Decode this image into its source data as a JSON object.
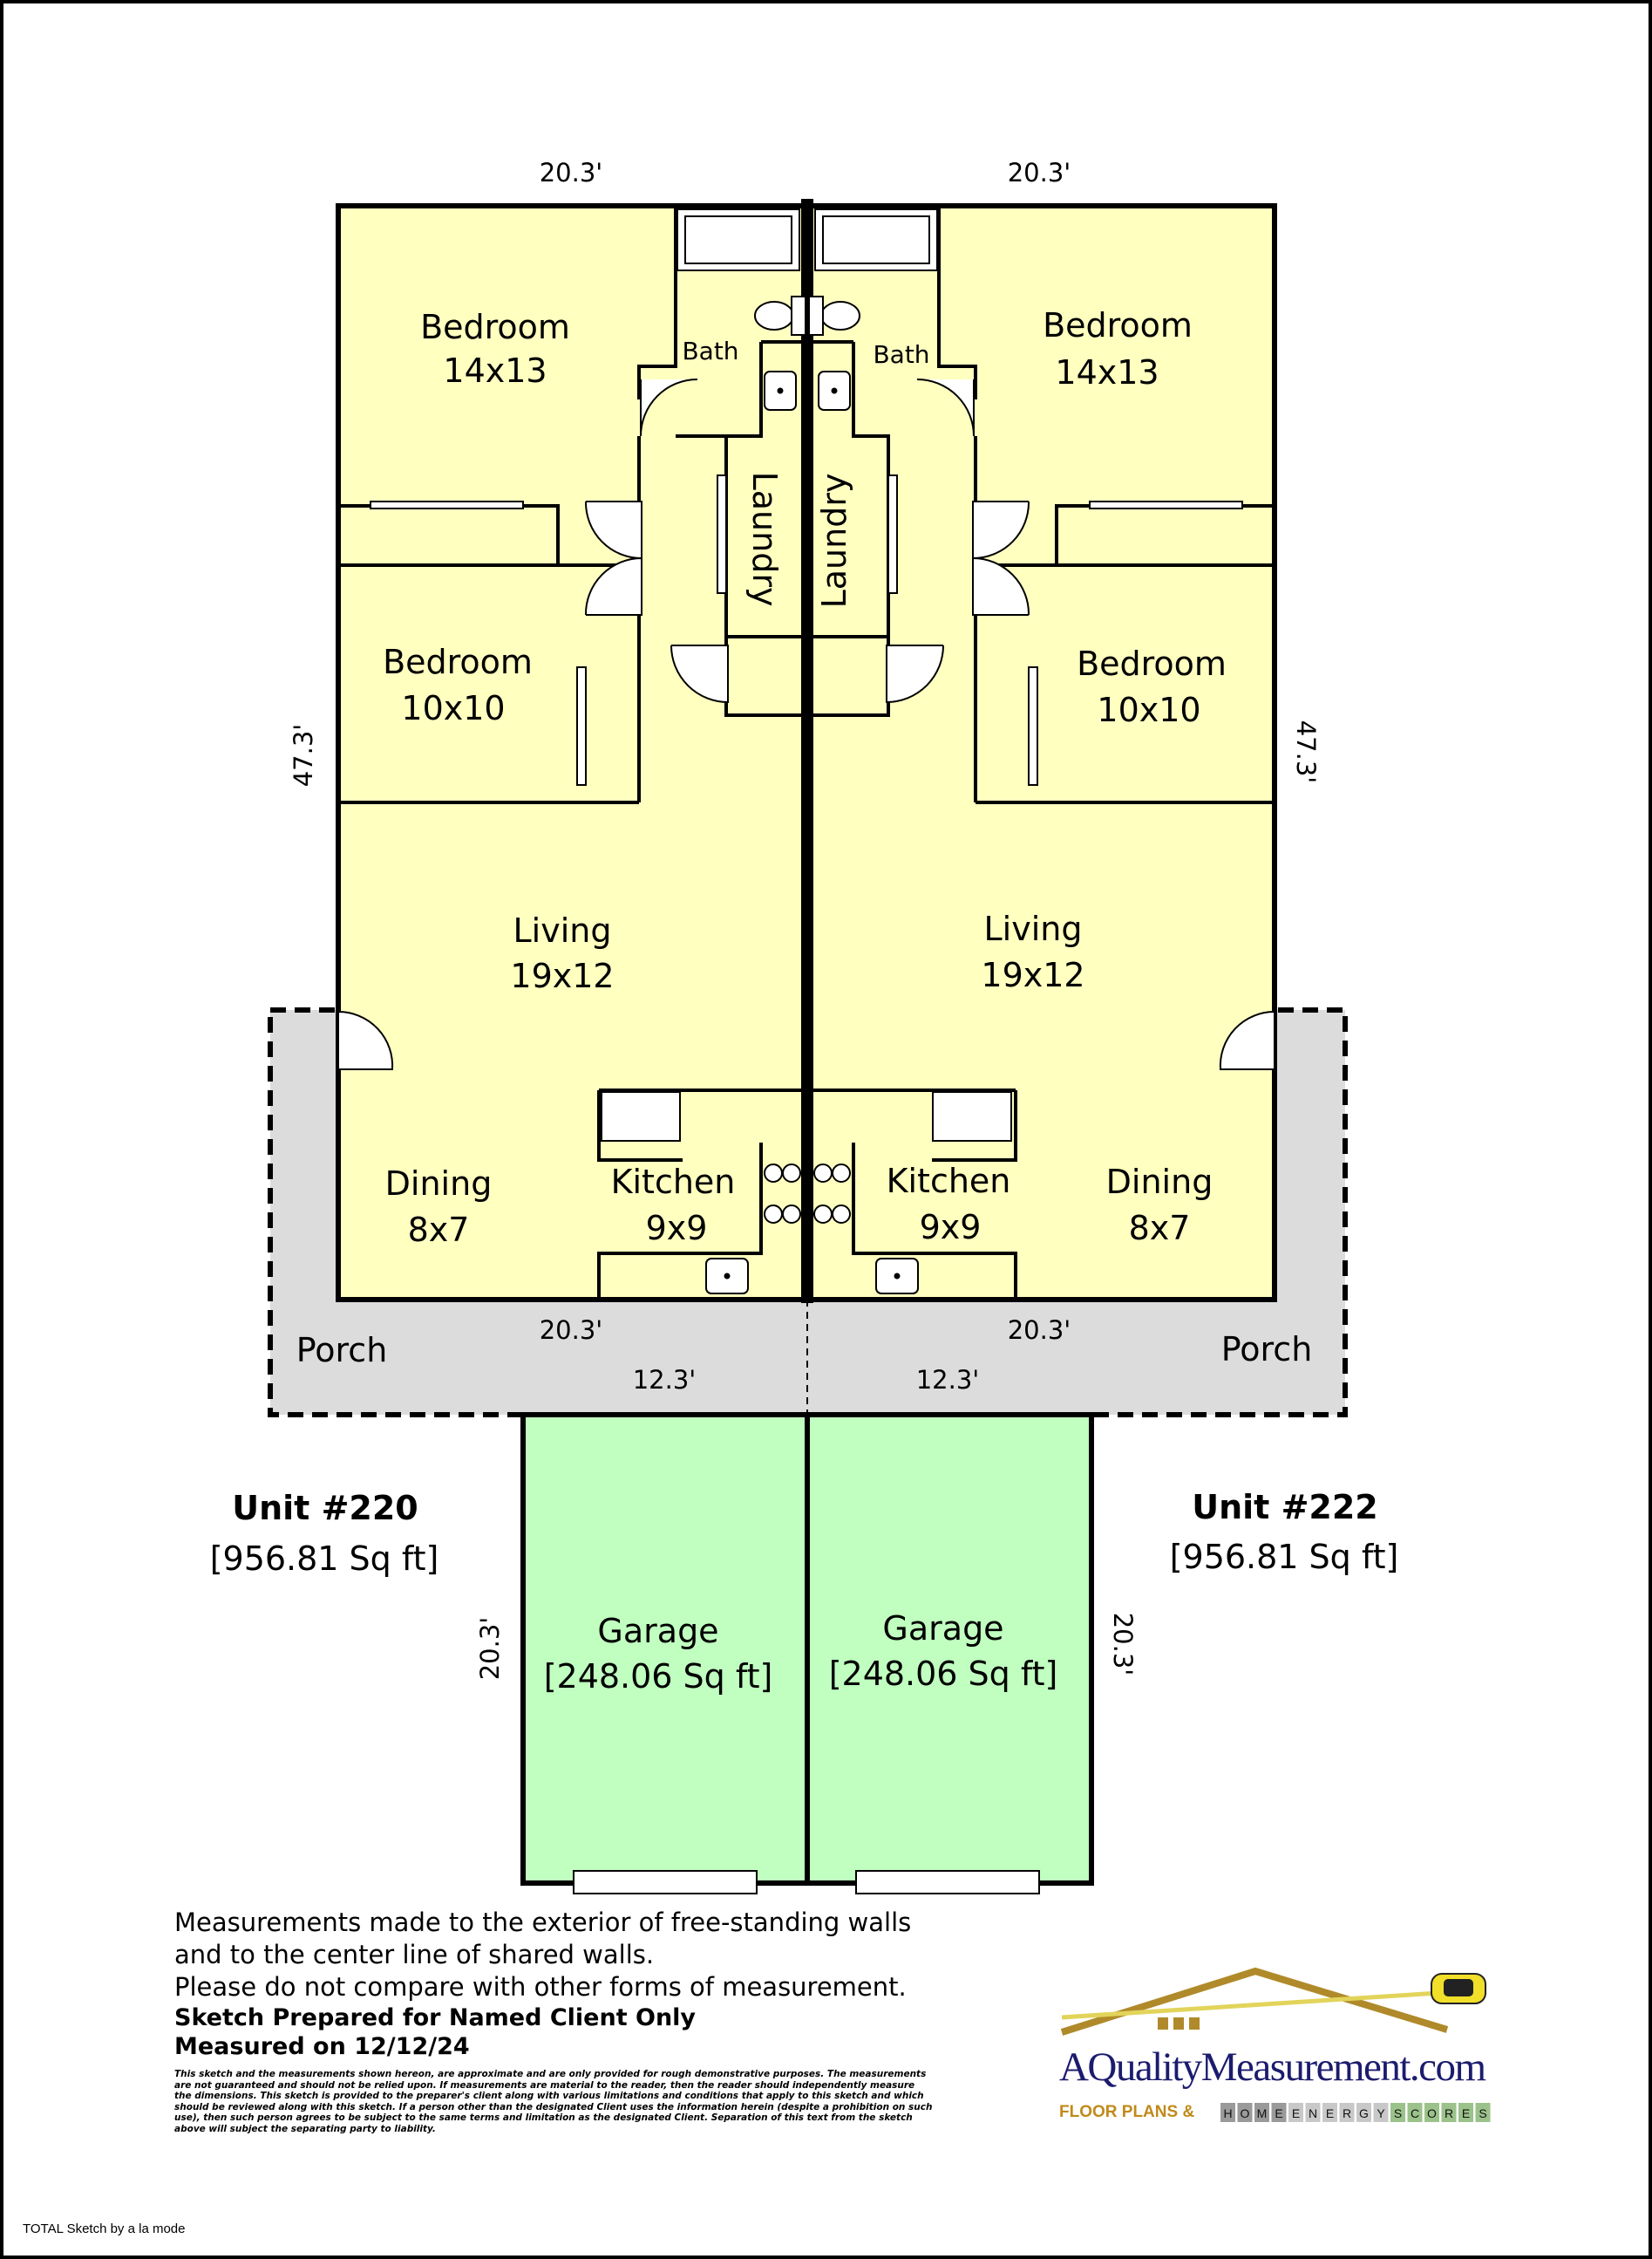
{
  "dimensions": {
    "top_left_width": "20.3'",
    "top_right_width": "20.3'",
    "left_depth": "47.3'",
    "right_depth": "47.3'",
    "bottom_left_width": "20.3'",
    "bottom_right_width": "20.3'",
    "garage_left_width": "12.3'",
    "garage_right_width": "12.3'",
    "garage_left_depth": "20.3'",
    "garage_right_depth": "20.3'"
  },
  "rooms_left": {
    "bedroom1_name": "Bedroom",
    "bedroom1_size": "14x13",
    "bath": "Bath",
    "laundry": "Laundry",
    "bedroom2_name": "Bedroom",
    "bedroom2_size": "10x10",
    "living_name": "Living",
    "living_size": "19x12",
    "dining_name": "Dining",
    "dining_size": "8x7",
    "kitchen_name": "Kitchen",
    "kitchen_size": "9x9",
    "porch": "Porch"
  },
  "rooms_right": {
    "bedroom1_name": "Bedroom",
    "bedroom1_size": "14x13",
    "bath": "Bath",
    "laundry": "Laundry",
    "bedroom2_name": "Bedroom",
    "bedroom2_size": "10x10",
    "living_name": "Living",
    "living_size": "19x12",
    "dining_name": "Dining",
    "dining_size": "8x7",
    "kitchen_name": "Kitchen",
    "kitchen_size": "9x9",
    "porch": "Porch"
  },
  "units": {
    "left_title": "Unit #220",
    "left_area": "[956.81 Sq ft]",
    "right_title": "Unit #222",
    "right_area": "[956.81 Sq ft]"
  },
  "garages": {
    "left_name": "Garage",
    "left_area": "[248.06 Sq ft]",
    "right_name": "Garage",
    "right_area": "[248.06 Sq ft]"
  },
  "notes": {
    "line1": "Measurements made to the exterior of free-standing walls",
    "line2": "and to the center line of shared walls.",
    "line3": "Please do not compare with other forms of measurement.",
    "line4": "Sketch Prepared for Named Client Only",
    "line5": "Measured on 12/12/24",
    "disclaimer": "This sketch and the measurements shown hereon, are approximate and are only provided for rough demonstrative purposes. The measurements are not guaranteed and should not be relied upon.  If measurements are material to the reader, then the reader should independently measure the dimensions.  This sketch is provided to the preparer's client along with various limitations and conditions that apply to this sketch and which should be reviewed along with this sketch.  If a person other than the designated Client uses the information herein (despite a prohibition on such use), then such person agrees to be subject to the same terms and limitation as the designated Client.  Separation of this text from the sketch above will subject the separating party to liability."
  },
  "logo": {
    "brand": "AQualityMeasurement.com",
    "tagline": "FLOOR PLANS &",
    "hes_letters": [
      "H",
      "O",
      "M",
      "E",
      "E",
      "N",
      "E",
      "R",
      "G",
      "Y",
      "S",
      "C",
      "O",
      "R",
      "E",
      "S"
    ]
  },
  "footer": "TOTAL Sketch by a la mode",
  "colors": {
    "interior": "#ffffc0",
    "porch": "#dcdcdc",
    "garage": "#c0ffc0",
    "wall": "#000000"
  }
}
